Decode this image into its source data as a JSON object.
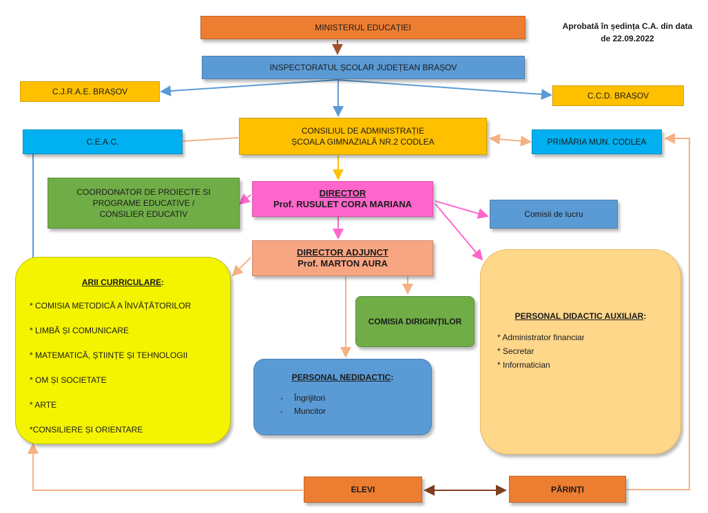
{
  "approval": {
    "line1": "Aprobată în ședința C.A. din data",
    "line2": "de 22.09.2022"
  },
  "nodes": {
    "ministerul": "MINISTERUL EDUCAȚIEI",
    "inspectoratul": "INSPECTORATUL ȘCOLAR JUDEȚEAN BRAȘOV",
    "cjrae": "C.J.R.A.E. BRAȘOV",
    "ccd": "C.C.D. BRAȘOV",
    "ceac": "C.E.A.C.",
    "consiliu_line1": "CONSILIUL DE ADMINISTRAȚIE",
    "consiliu_line2": "ȘCOALA GIMNAZIALĂ NR.2 CODLEA",
    "primaria": "PRIMĂRIA MUN. CODLEA",
    "coordonator_line1": "COORDONATOR DE PROIECTE SI",
    "coordonator_line2": "PROGRAME EDUCATIVE /",
    "coordonator_line3": "CONSILIER  EDUCATIV",
    "director_title": "DIRECTOR",
    "director_name": "Prof. RUSULET CORA MARIANA",
    "comisii": "Comisii de lucru",
    "director_adjunct_title": "DIRECTOR ADJUNCT",
    "director_adjunct_name": "Prof. MARTON AURA",
    "comisia_dirigintilor": "COMISIA DIRIGINȚILOR",
    "elevi": "ELEVI",
    "parinti": "PĂRINȚI"
  },
  "arii_curriculare": {
    "title": "ARII CURRICULARE",
    "suffix": " :",
    "items": [
      "* COMISIA METODICĂ A ÎNVĂȚĂTORILOR",
      "* LIMBĂ ȘI COMUNICARE",
      "* MATEMATICĂ, ȘTIINȚE ȘI TEHNOLOGII",
      "* OM ȘI SOCIETATE",
      "* ARTE",
      "*CONSILIERE ȘI ORIENTARE"
    ]
  },
  "personal_didactic_auxiliar": {
    "title": "PERSONAL DIDACTIC AUXILIAR",
    "suffix": " :",
    "items": [
      "* Administrator financiar",
      "* Secretar",
      "* Informatician"
    ]
  },
  "personal_nedidactic": {
    "title": "PERSONAL NEDIDACTIC",
    "suffix": " :",
    "dash": "-",
    "items": [
      "Îngrijitori",
      "Muncitor"
    ]
  },
  "colors": {
    "arrow_brown": "#a0522d",
    "arrow_blue": "#5b9bd5",
    "arrow_gold": "#f4b183",
    "arrow_pink": "#ff66cc",
    "arrow_orange": "#ed7d31"
  }
}
